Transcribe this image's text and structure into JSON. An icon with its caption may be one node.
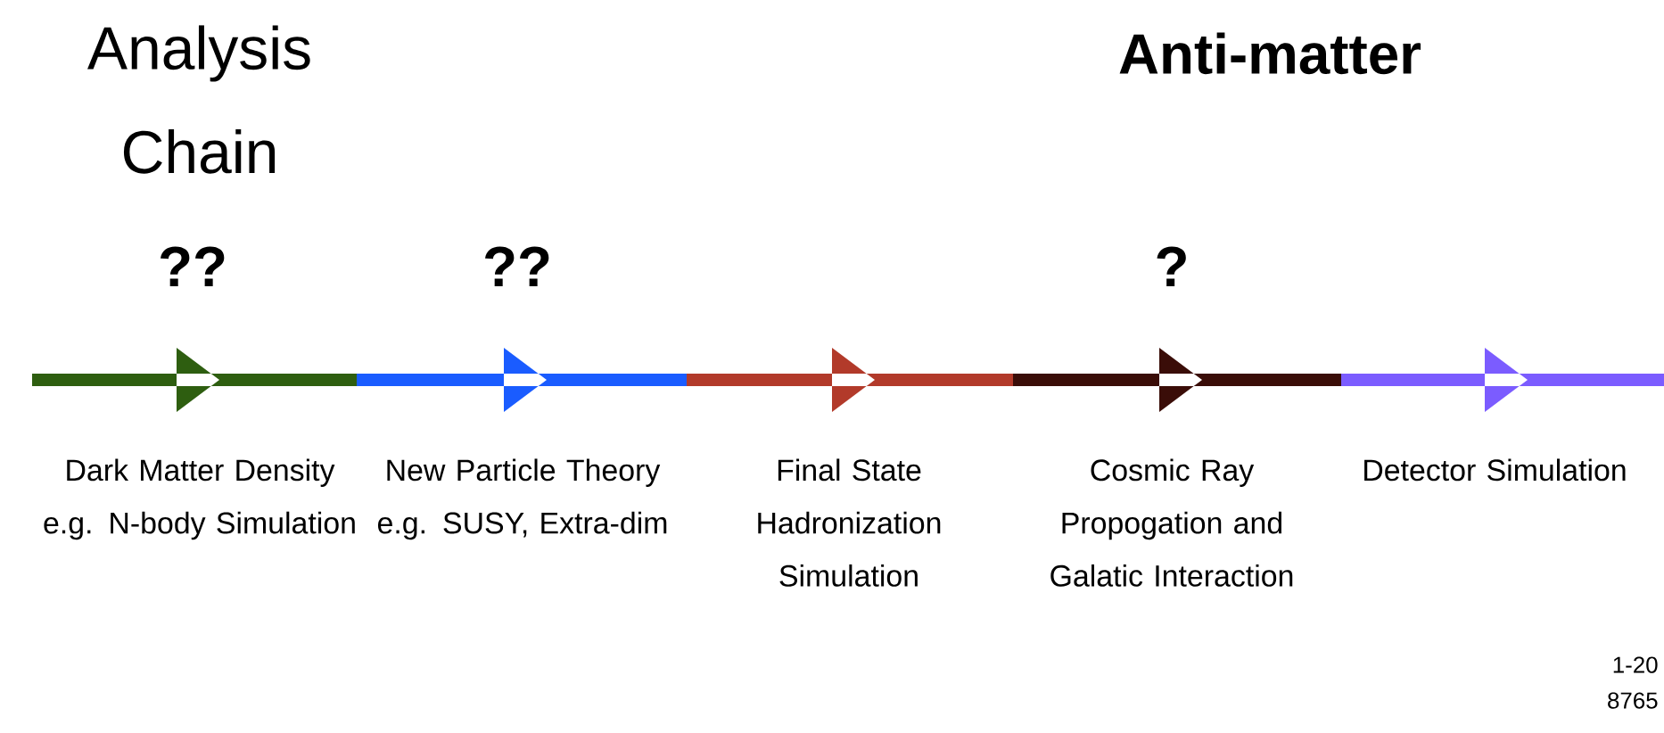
{
  "diagram": {
    "labels": [
      "Analysis Chain",
      "Anti-matter",
      "??",
      "??",
      "?",
      "Dark Matter Density e.g. N-body Simulation",
      "New Particle Theory e.g. SUSY, Extra-dim",
      "Final State Hadronization Simulation",
      "Cosmic Ray Propogation and Galatic Interaction",
      "Detector Simulation",
      "1-20",
      "8765"
    ]
  }
}
